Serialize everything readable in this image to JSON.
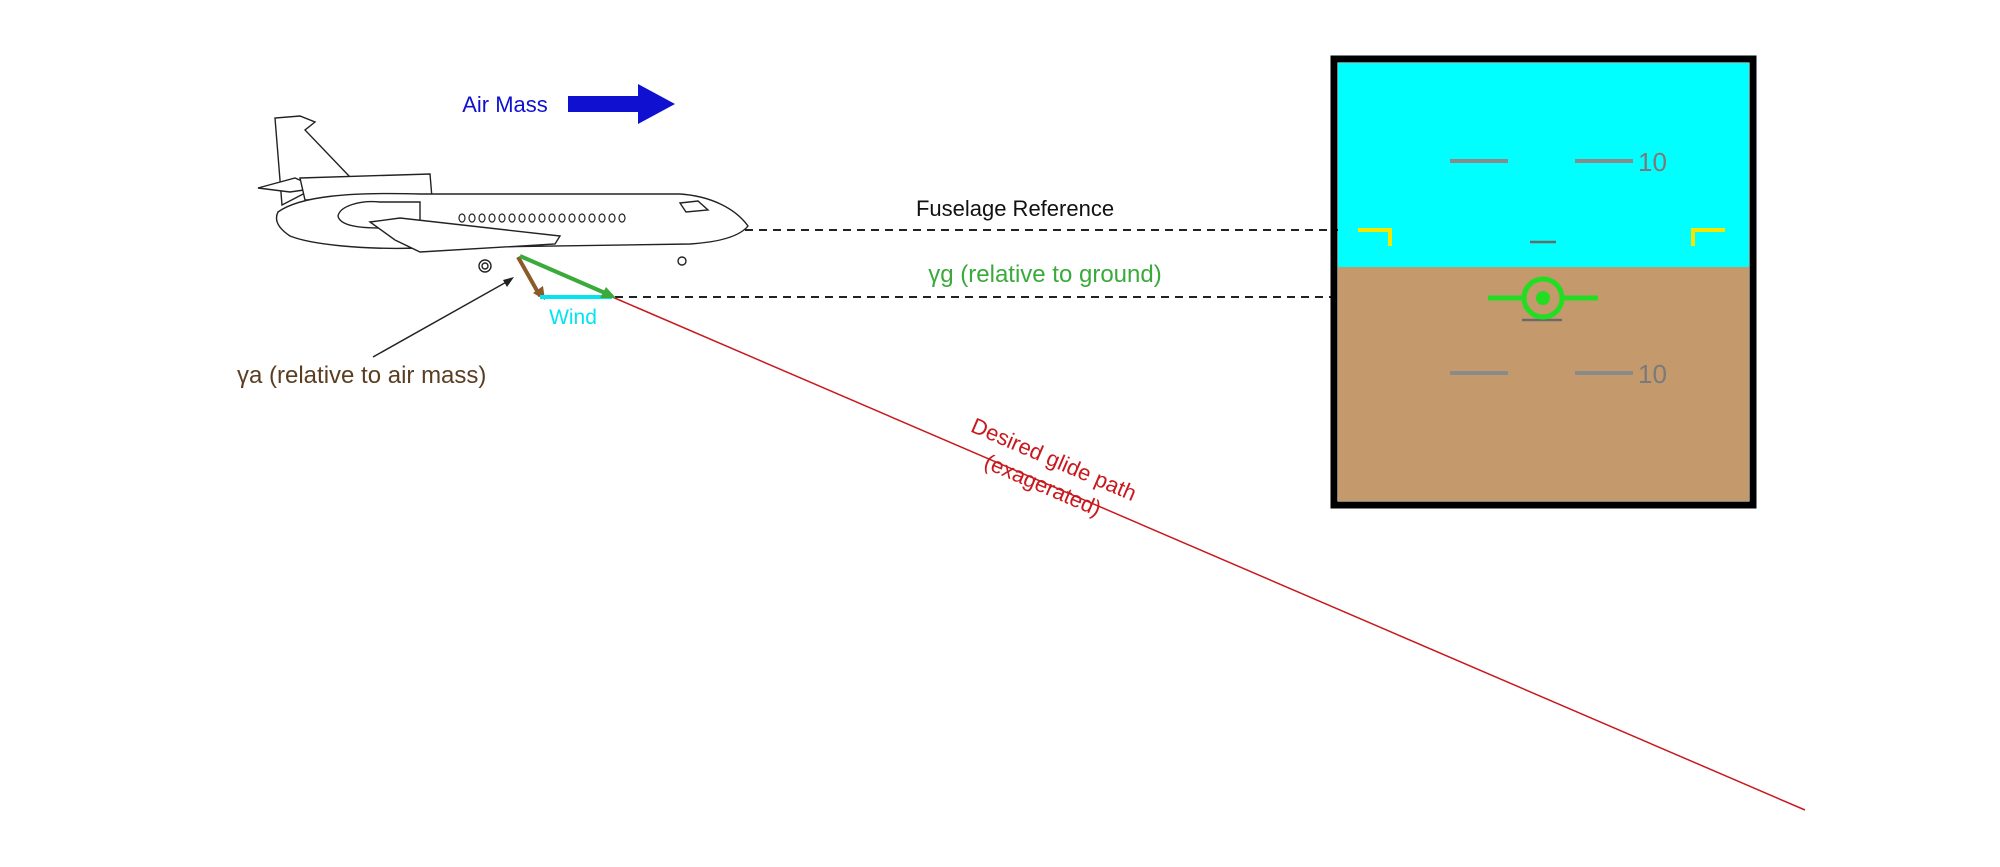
{
  "labels": {
    "air_mass": "Air Mass",
    "fuselage_reference": "Fuselage Reference",
    "gamma_ground": "γg (relative to ground)",
    "gamma_air": "γa (relative to air mass)",
    "wind": "Wind",
    "glide_path_line1": "Desired glide path",
    "glide_path_line2": "(exagerated)"
  },
  "display": {
    "pitch_upper": "10",
    "pitch_lower": "10"
  },
  "colors": {
    "air_mass": "#1010d0",
    "wind": "#00e5f0",
    "gamma_ground": "#3aaa3a",
    "gamma_air": "#8a5a2b",
    "glide_path": "#c8191e",
    "sky": "#00ffff",
    "ground": "#c49a6c",
    "fpv_symbol": "#22dd22",
    "reference_marks": "#f5e600",
    "scale_marks": "#8a8a8a"
  }
}
